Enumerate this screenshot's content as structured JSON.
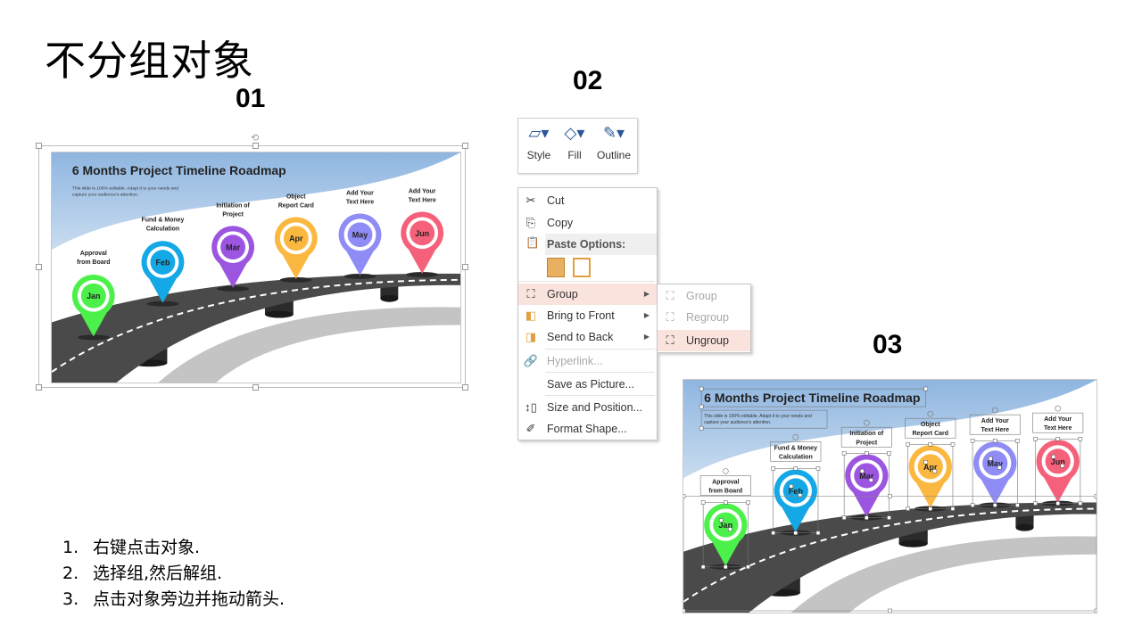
{
  "page": {
    "title": "不分组对象",
    "step_labels": [
      "01",
      "02",
      "03"
    ]
  },
  "slide": {
    "title": "6 Months Project Timeline Roadmap",
    "subtitle_line1": "This slide is 100% editable. Adapt it to your needs and",
    "subtitle_line2": "capture your audience's attention.",
    "milestones": [
      {
        "month": "Jan",
        "label1": "Approval",
        "label2": "from Board",
        "color": "#4cf04a"
      },
      {
        "month": "Feb",
        "label1": "Fund & Money",
        "label2": "Calculation",
        "color": "#14a8e6"
      },
      {
        "month": "Mar",
        "label1": "Initiation of",
        "label2": "Project",
        "color": "#9b55e0"
      },
      {
        "month": "Apr",
        "label1": "Object",
        "label2": "Report Card",
        "color": "#fbb840"
      },
      {
        "month": "May",
        "label1": "Add Your",
        "label2": "Text Here",
        "color": "#8f8cf5"
      },
      {
        "month": "Jun",
        "label1": "Add Your",
        "label2": "Text Here",
        "color": "#f5607a"
      }
    ]
  },
  "ribbon": {
    "style": "Style",
    "fill": "Fill",
    "outline": "Outline"
  },
  "context_menu": {
    "items": [
      "Cut",
      "Copy",
      "Paste Options:",
      "Group",
      "Bring to Front",
      "Send to Back",
      "Hyperlink...",
      "Save as Picture...",
      "Size and Position...",
      "Format Shape..."
    ],
    "submenu": [
      "Group",
      "Regroup",
      "Ungroup"
    ]
  },
  "steps": [
    {
      "num": "1.",
      "text": "右键点击对象."
    },
    {
      "num": "2.",
      "text": "选择组,然后解组."
    },
    {
      "num": "3.",
      "text": "点击对象旁边并拖动箭头."
    }
  ]
}
